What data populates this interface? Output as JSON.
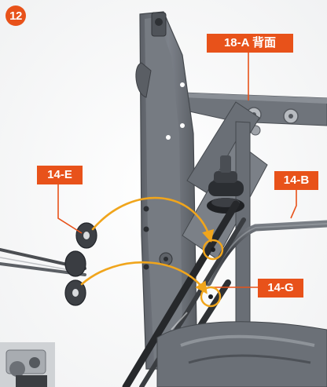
{
  "step": {
    "number": "12"
  },
  "callouts": {
    "part_18a": "18-A 背面",
    "part_14e": "14-E",
    "part_14b": "14-B",
    "part_14g": "14-G"
  },
  "colors": {
    "accent": "#e8521a",
    "arrow": "#f0a51c",
    "frame_gray": "#6e737a",
    "background": "#ffffff"
  }
}
